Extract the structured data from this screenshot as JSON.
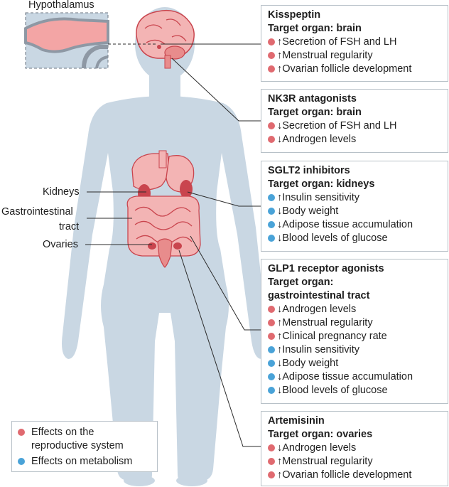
{
  "inset_label": "Hypothalamus",
  "organ_labels": [
    {
      "id": "kidneys",
      "text": "Kidneys"
    },
    {
      "id": "gi1",
      "text": "Gastrointestinal"
    },
    {
      "id": "gi2",
      "text": "tract"
    },
    {
      "id": "ovaries",
      "text": "Ovaries"
    }
  ],
  "boxes": [
    {
      "title": "Kisspeptin",
      "target": [
        "Target organ: brain"
      ],
      "effects": [
        {
          "type": "repro",
          "text": "↑Secretion of FSH and LH"
        },
        {
          "type": "repro",
          "text": "↑Menstrual regularity"
        },
        {
          "type": "repro",
          "text": "↑Ovarian follicle development"
        }
      ]
    },
    {
      "title": "NK3R antagonists",
      "target": [
        "Target organ: brain"
      ],
      "effects": [
        {
          "type": "repro",
          "text": "↓Secretion of FSH and LH"
        },
        {
          "type": "repro",
          "text": "↓Androgen levels"
        }
      ]
    },
    {
      "title": "SGLT2 inhibitors",
      "target": [
        "Target organ: kidneys"
      ],
      "effects": [
        {
          "type": "meta",
          "text": "↑Insulin sensitivity"
        },
        {
          "type": "meta",
          "text": "↓Body weight"
        },
        {
          "type": "meta",
          "text": "↓Adipose tissue accumulation"
        },
        {
          "type": "meta",
          "text": "↓Blood levels of glucose"
        }
      ]
    },
    {
      "title": "GLP1 receptor agonists",
      "target": [
        "Target organ:",
        "gastrointestinal tract"
      ],
      "effects": [
        {
          "type": "repro",
          "text": "↓Androgen levels"
        },
        {
          "type": "repro",
          "text": "↑Menstrual regularity"
        },
        {
          "type": "repro",
          "text": "↑Clinical pregnancy rate"
        },
        {
          "type": "meta",
          "text": "↑Insulin sensitivity"
        },
        {
          "type": "meta",
          "text": "↓Body weight"
        },
        {
          "type": "meta",
          "text": "↓Adipose tissue accumulation"
        },
        {
          "type": "meta",
          "text": "↓Blood levels of glucose"
        }
      ]
    },
    {
      "title": "Artemisinin",
      "target": [
        "Target organ: ovaries"
      ],
      "effects": [
        {
          "type": "repro",
          "text": "↓Androgen levels"
        },
        {
          "type": "repro",
          "text": "↑Menstrual regularity"
        },
        {
          "type": "repro",
          "text": "↑Ovarian follicle development"
        }
      ]
    }
  ],
  "legend": [
    {
      "type": "repro",
      "text": "Effects on the reproductive system"
    },
    {
      "type": "meta",
      "text": "Effects on metabolism"
    }
  ],
  "colors": {
    "body": "#c9d7e3",
    "organ": "#f3b4b4",
    "organ_dark": "#c9454e",
    "reproductive_dot": "#e06a70",
    "metabolism_dot": "#4aa3d8"
  }
}
